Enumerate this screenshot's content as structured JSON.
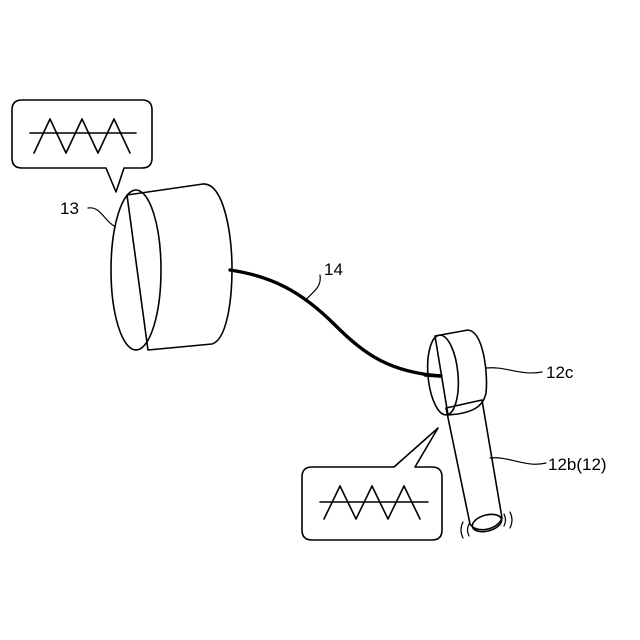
{
  "labels": {
    "speaker": "13",
    "cable": "14",
    "head": "12c",
    "handle": "12b(12)"
  }
}
